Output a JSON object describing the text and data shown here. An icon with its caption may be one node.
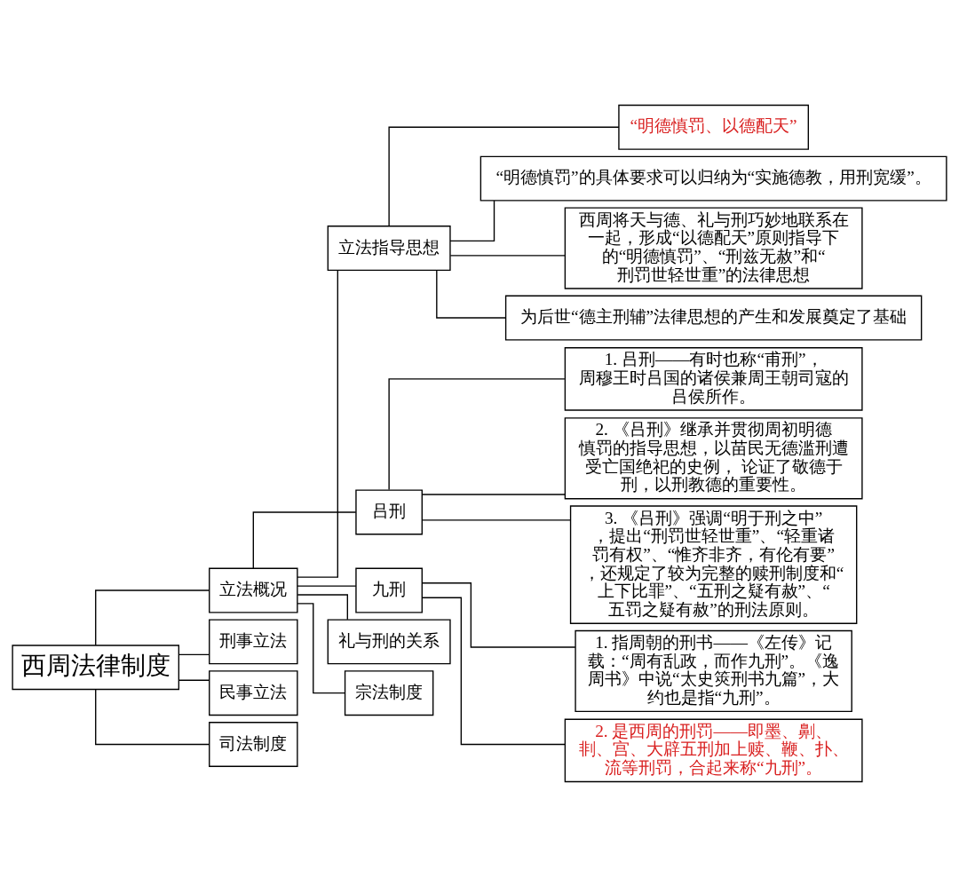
{
  "diagram": {
    "nodes": [
      {
        "text": [
          "西周法律制度"
        ]
      },
      {
        "text": [
          "立法概况"
        ]
      },
      {
        "text": [
          "立法指导思想"
        ]
      },
      {
        "text": [
          "“明德慎罚、以德配天”"
        ]
      },
      {
        "text": [
          "“明德慎罚”的具体要求可以归纳为“实施德教，用刑宽缓”。"
        ]
      },
      {
        "text": [
          "西周将天与德、礼与刑巧妙地联系在一起，形成“以德配天”原则指导下的“明德慎罚”、“刑兹无赦”和“刑罚世轻世重”的法律思想"
        ]
      },
      {
        "text": [
          "为后世“德主刑辅”法律思想的产生和发展奠定了基础"
        ]
      },
      {
        "text": [
          "吕刑"
        ]
      },
      {
        "text": [
          "1. 吕刑——有时也称“甫刑”，周穆王时吕国的诸侯兼周王朝司寇的吕侯所作。"
        ]
      },
      {
        "text": [
          "2. 《吕刑》继承并贯彻周初明德慎罚的指导思想，以苗民无德滥刑遭受亡国绝祀的史例， 论证了敬德于刑，以刑教德的重要性。"
        ]
      },
      {
        "text": [
          "3. 《吕刑》强调“明于刑之中”，提出“刑罚世轻世重”、“轻重诸罚有权”、“惟齐非齐，有伦有要”，还规定了较为完整的赎刑制度和“上下比罪”、“五刑之疑有赦”、“五罚之疑有赦”的刑法原则。"
        ]
      },
      {
        "text": [
          "九刑"
        ]
      },
      {
        "text": [
          "1. 指周朝的刑书——《左传》记载：“周有乱政，而作九刑”。《逸周书》中说“太史筴刑书九篇”，大约也是指“九刑”。"
        ]
      },
      {
        "text": [
          "2. 是西周的刑罚——即墨、劓、剕、宫、大辟五刑加上赎、鞭、扑、流等刑罚，合起来称“九刑”。"
        ]
      },
      {
        "text": [
          "礼与刑的关系"
        ]
      },
      {
        "text": [
          "宗法制度"
        ]
      },
      {
        "text": [
          "刑事立法"
        ]
      },
      {
        "text": [
          "民事立法"
        ]
      },
      {
        "text": [
          "司法制度"
        ]
      }
    ],
    "edges": [
      {
        "from": 0,
        "to": 1,
        "arrow": "none"
      },
      {
        "from": 1,
        "to": 2,
        "arrow": "none"
      },
      {
        "from": 2,
        "to": 3,
        "arrow": "none"
      },
      {
        "from": 2,
        "to": 4,
        "arrow": "none"
      },
      {
        "from": 2,
        "to": 5,
        "arrow": "none"
      },
      {
        "from": 2,
        "to": 6,
        "arrow": "none"
      },
      {
        "from": 1,
        "to": 7,
        "arrow": "none"
      },
      {
        "from": 7,
        "to": 8,
        "arrow": "none"
      },
      {
        "from": 7,
        "to": 9,
        "arrow": "none"
      },
      {
        "from": 7,
        "to": 10,
        "arrow": "none"
      },
      {
        "from": 1,
        "to": 11,
        "arrow": "none"
      },
      {
        "from": 11,
        "to": 12,
        "arrow": "none"
      },
      {
        "from": 11,
        "to": 13,
        "arrow": "none"
      },
      {
        "from": 1,
        "to": 14,
        "arrow": "none"
      },
      {
        "from": 1,
        "to": 15,
        "arrow": "none"
      },
      {
        "from": 0,
        "to": 16,
        "arrow": "none"
      },
      {
        "from": 0,
        "to": 17,
        "arrow": "none"
      },
      {
        "from": 0,
        "to": 18,
        "arrow": "none"
      }
    ]
  }
}
